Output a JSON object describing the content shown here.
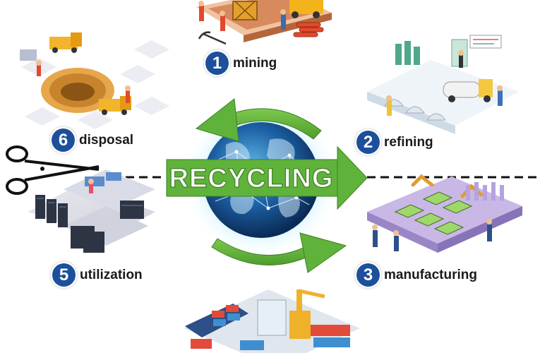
{
  "center": {
    "label": "RECYCLING"
  },
  "stages": [
    {
      "number": "1",
      "name": "mining"
    },
    {
      "number": "2",
      "name": "refining"
    },
    {
      "number": "3",
      "name": "manufacturing"
    },
    {
      "number": "5",
      "name": "utilization"
    },
    {
      "number": "6",
      "name": "disposal"
    }
  ],
  "colors": {
    "arrow_green": "#5fb33a",
    "badge_blue": "#1d4f9a",
    "globe_blue": "#1b5fa3",
    "glow": "#a9e8ff",
    "dashed_line": "#111111"
  },
  "icons": [
    "scissors-icon",
    "globe-icon",
    "recycle-arrow-icon"
  ]
}
